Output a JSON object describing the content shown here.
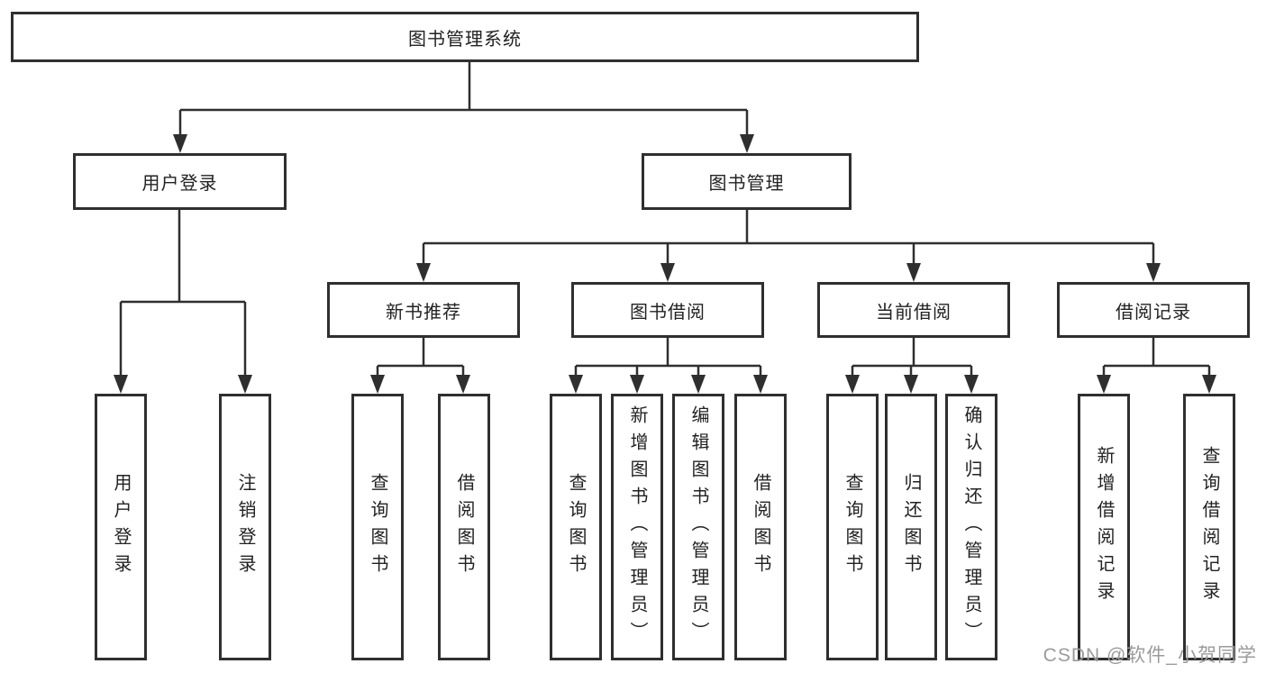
{
  "colors": {
    "background": "#ffffff",
    "line": "#2f2f2f",
    "box_border": "#2f2f2f",
    "text": "#222222",
    "watermark": "#9b9b9b"
  },
  "tree": {
    "label": "图书管理系统",
    "children": [
      {
        "label": "用户登录",
        "children": [
          {
            "label": "用户登录"
          },
          {
            "label": "注销登录"
          }
        ]
      },
      {
        "label": "图书管理",
        "children": [
          {
            "label": "新书推荐",
            "children": [
              {
                "label": "查询图书"
              },
              {
                "label": "借阅图书"
              }
            ]
          },
          {
            "label": "图书借阅",
            "children": [
              {
                "label": "查询图书"
              },
              {
                "label": "新增图书（管理员）"
              },
              {
                "label": "编辑图书（管理员）"
              },
              {
                "label": "借阅图书"
              }
            ]
          },
          {
            "label": "当前借阅",
            "children": [
              {
                "label": "查询图书"
              },
              {
                "label": "归还图书"
              },
              {
                "label": "确认归还（管理员）"
              }
            ]
          },
          {
            "label": "借阅记录",
            "children": [
              {
                "label": "新增借阅记录"
              },
              {
                "label": "查询借阅记录"
              }
            ]
          }
        ]
      }
    ]
  },
  "watermark": "CSDN @软件_小贺同学"
}
